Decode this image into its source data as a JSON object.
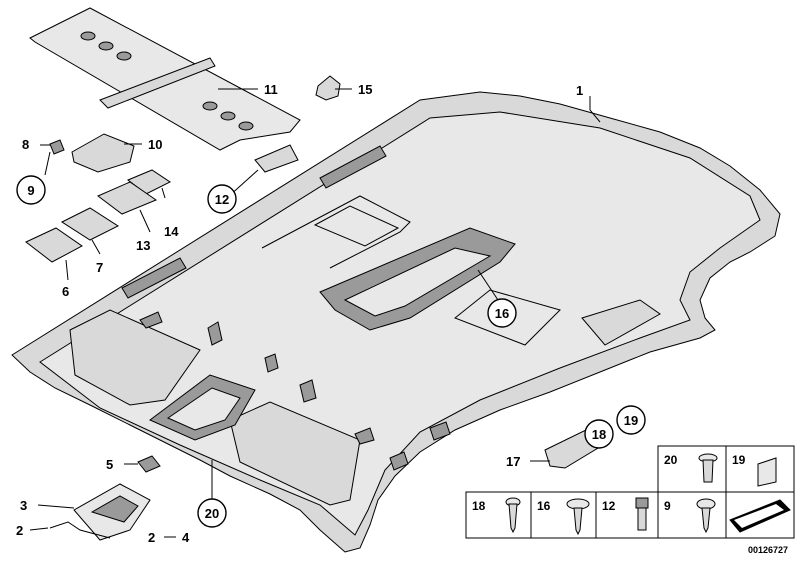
{
  "labels": {
    "p1": "1",
    "p2": "2",
    "p3": "3",
    "p4": "4",
    "p5": "5",
    "p6": "6",
    "p7": "7",
    "p8": "8",
    "p9": "9",
    "p10": "10",
    "p11": "11",
    "p12": "12",
    "p13": "13",
    "p14": "14",
    "p15": "15",
    "p16": "16",
    "p17": "17",
    "p18": "18",
    "p19": "19",
    "p20": "20"
  },
  "table": {
    "row1": [
      "20",
      "19"
    ],
    "row2": [
      "18",
      "16",
      "12",
      "9"
    ]
  },
  "doc_number": "00126727"
}
